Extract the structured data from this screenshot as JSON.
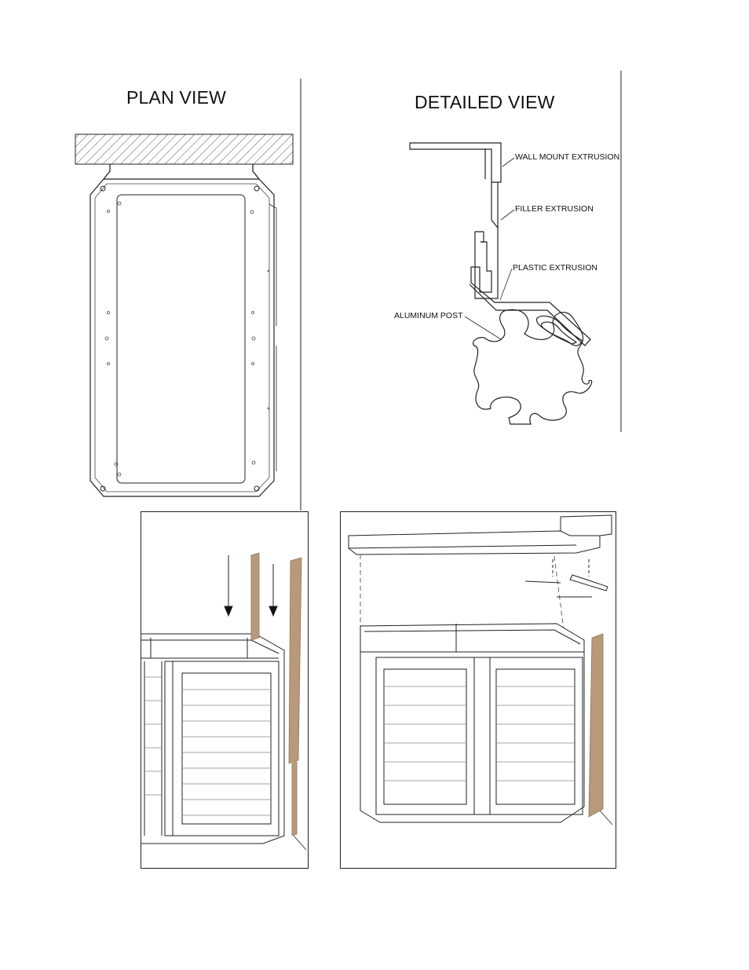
{
  "plan_view": {
    "title": "PLAN VIEW"
  },
  "detailed_view": {
    "title": "DETAILED VIEW",
    "labels": {
      "wall_mount": "WALL MOUNT EXTRUSION",
      "filler": "FILLER EXTRUSION",
      "plastic": "PLASTIC EXTRUSION",
      "aluminum_post": "ALUMINUM POST"
    }
  },
  "colors": {
    "line": "#222222",
    "wood": "#b89a7a",
    "wood_dark": "#8f7355",
    "hatch": "#555555"
  }
}
